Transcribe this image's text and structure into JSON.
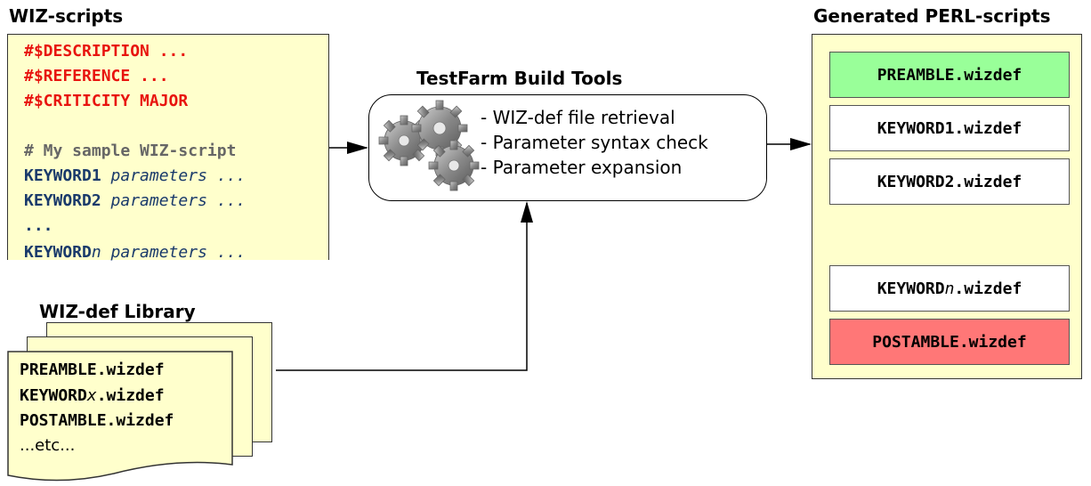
{
  "wiz_scripts": {
    "title": "WIZ-scripts",
    "lines": [
      {
        "a": "#$DESCRIPTION ...",
        "b": ""
      },
      {
        "a": "#$REFERENCE ...",
        "b": ""
      },
      {
        "a": "#$CRITICITY MAJOR",
        "b": ""
      },
      {
        "a": "# My sample WIZ-script",
        "b": ""
      },
      {
        "a": "KEYWORD1",
        "b": " parameters ..."
      },
      {
        "a": "KEYWORD2",
        "b": " parameters ..."
      },
      {
        "a": "...",
        "b": ""
      },
      {
        "a": "KEYWORD",
        "n": "n",
        "b": " parameters ..."
      }
    ]
  },
  "build_tools": {
    "title": "TestFarm Build Tools",
    "steps": [
      "- WIZ-def file retrieval",
      "- Parameter syntax check",
      "- Parameter expansion"
    ]
  },
  "library": {
    "title": "WIZ-def Library",
    "entries": [
      "PREAMBLE.wizdef",
      "KEYWORD",
      "x",
      ".wizdef",
      "POSTAMBLE.wizdef",
      "...etc..."
    ]
  },
  "generated": {
    "title": "Generated PERL-scripts",
    "preamble": "PREAMBLE.wizdef",
    "kw1": "KEYWORD1.wizdef",
    "kw2": "KEYWORD2.wizdef",
    "kwn_prefix": "KEYWORD",
    "kwn_n": "n",
    "kwn_suffix": ".wizdef",
    "postamble": "POSTAMBLE.wizdef",
    "colors": {
      "preamble": "#99ff99",
      "postamble": "#ff7777"
    }
  }
}
